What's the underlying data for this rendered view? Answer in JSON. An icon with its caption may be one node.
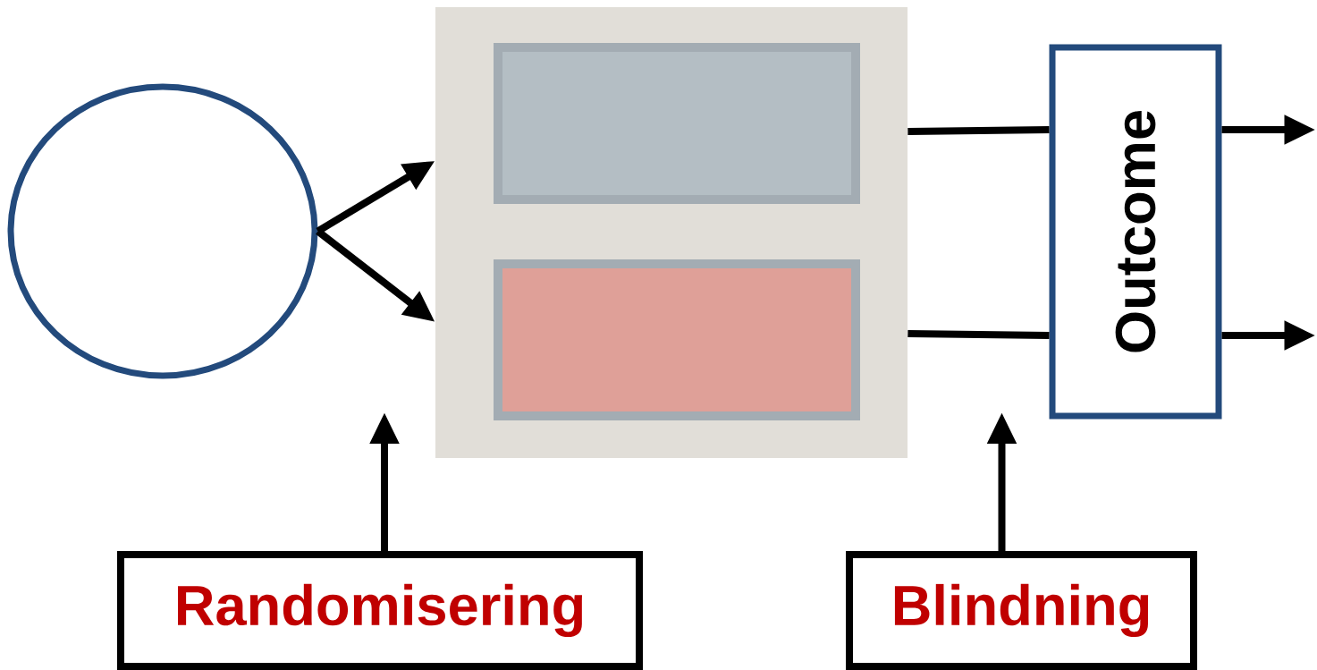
{
  "diagram": {
    "nodes": [
      {
        "text": [],
        "shape": "circle"
      },
      {
        "text": [],
        "shape": "box"
      },
      {
        "text": [],
        "shape": "box",
        "in": 1
      },
      {
        "text": [],
        "shape": "box",
        "in": 1
      },
      {
        "text": [
          "Outcome"
        ]
      },
      {
        "text": [
          "Randomisering"
        ]
      },
      {
        "text": [
          "Blindning"
        ]
      }
    ],
    "edges": [
      {
        "from": 0,
        "to": 1,
        "arrow": "to"
      },
      {
        "from": 0,
        "to": 1,
        "arrow": "to"
      },
      {
        "from": 1,
        "to": 4,
        "arrow": "none"
      },
      {
        "from": 1,
        "to": 4,
        "arrow": "none"
      },
      {
        "from": 4,
        "to": null,
        "arrow": "to"
      },
      {
        "from": 4,
        "to": null,
        "arrow": "to"
      },
      {
        "from": 5,
        "to": null,
        "arrow": "to"
      },
      {
        "from": 6,
        "to": null,
        "arrow": "to"
      }
    ]
  }
}
